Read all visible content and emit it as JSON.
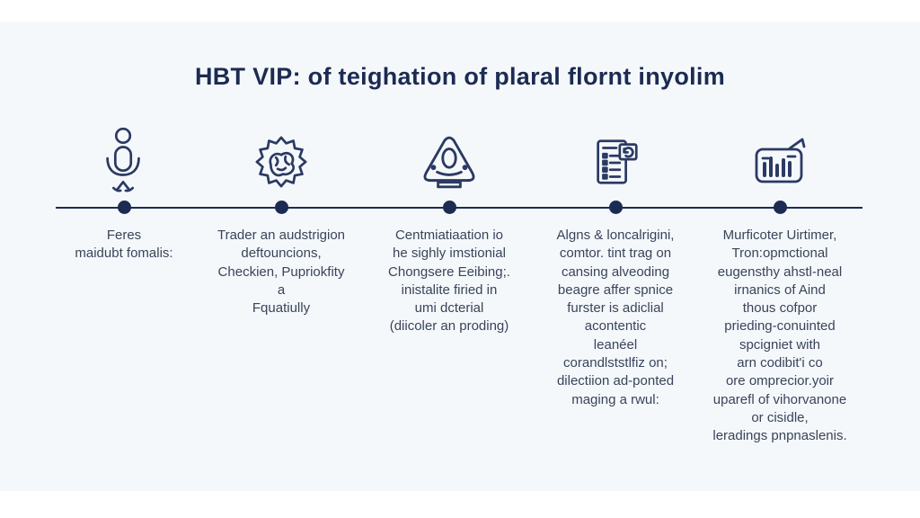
{
  "colors": {
    "navy": "#1c2b52",
    "icon": "#2b3a63",
    "panel": "#f5f8fb",
    "page": "#ffffff",
    "text": "#39445a"
  },
  "title": "HBT VIP: of teighation of plaral flornt inyolim",
  "steps": [
    {
      "icon": "microphone-person-icon",
      "text": "Feres\nmaidubt fomalis:"
    },
    {
      "icon": "gear-brain-icon",
      "text": "Trader an audstrigion\ndeftouncions,\nCheckien, Pupriokfity\na\nFquatiully"
    },
    {
      "icon": "meditation-alert-icon",
      "text": "Centmiatiaation io\nhe sighly imstionial\nChongsere Eeibing;.\ninistalite firied in\numi dcterial\n(diicoler an proding)"
    },
    {
      "icon": "checklist-document-icon",
      "text": "Algns & loncalrigini,\ncomtor. tint trag on\ncansing alveoding\nbeagre affer spnice\nfurster is adiclial\nacontentic\nleanéel\ncorandlststlfiz on;\ndilectiion ad-ponted\nmaging a rwul:"
    },
    {
      "icon": "chart-presentation-icon",
      "text": "Murficoter Uirtimer,\nTron:opmctional\neugensthy ahstl-neal\nirnanics of Aind\nthous cofpor\nprieding-conuinted\nspcigniet with\narn codibit'i co\nore omprecior.yoir\nuparefl of vihorvanone\nor cisidle,\nleradings pnpnaslenis."
    }
  ]
}
